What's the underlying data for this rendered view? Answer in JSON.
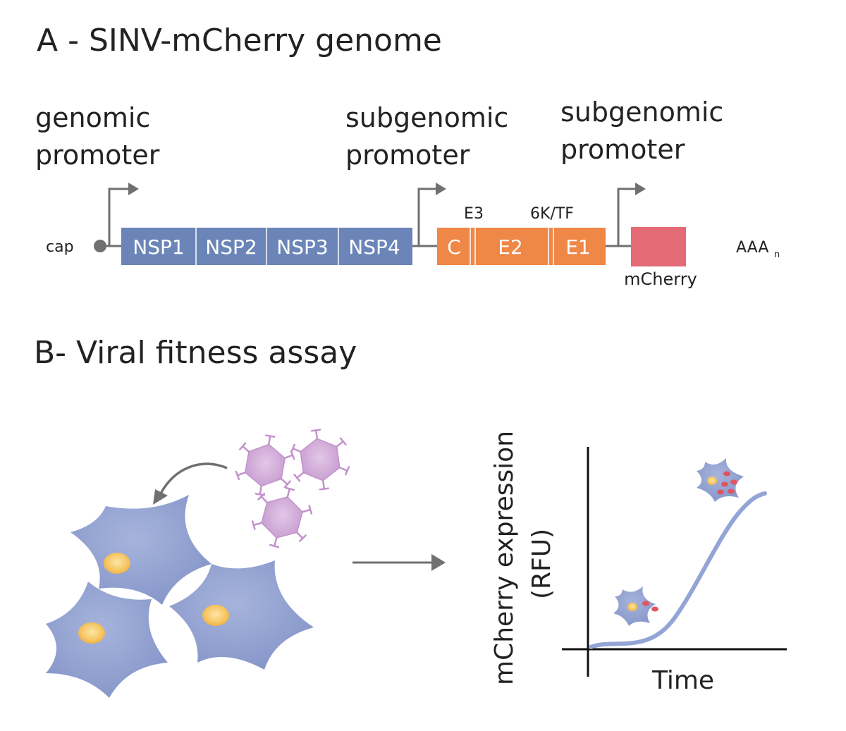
{
  "panel_a": {
    "title": "A - SINV-mCherry genome",
    "promoters": [
      {
        "line1": "genomic",
        "line2": "promoter"
      },
      {
        "line1": "subgenomic",
        "line2": "promoter"
      },
      {
        "line1": "subgenomic",
        "line2": "promoter"
      }
    ],
    "cap_label": "cap",
    "nsp_segments": [
      "NSP1",
      "NSP2",
      "NSP3",
      "NSP4"
    ],
    "structural_segments": [
      "C",
      "E2",
      "E1"
    ],
    "structural_top_labels": [
      "E3",
      "6K/TF"
    ],
    "reporter_label": "mCherry",
    "polya_label": "AAA",
    "polya_subscript": "n",
    "colors": {
      "nsp": "#6b85b8",
      "structural": "#ef8747",
      "reporter": "#e46b76",
      "line": "#707070"
    }
  },
  "panel_b": {
    "title": "B- Viral fitness assay",
    "y_axis_label_line1": "mCherry expression",
    "y_axis_label_line2": "(RFU)",
    "x_axis_label": "Time",
    "colors": {
      "cell": "#8e9fcf",
      "nucleus": "#f5c56a",
      "virus": "#cfa6d6",
      "curve": "#93a4d6",
      "red_dot": "#e0545f"
    }
  }
}
